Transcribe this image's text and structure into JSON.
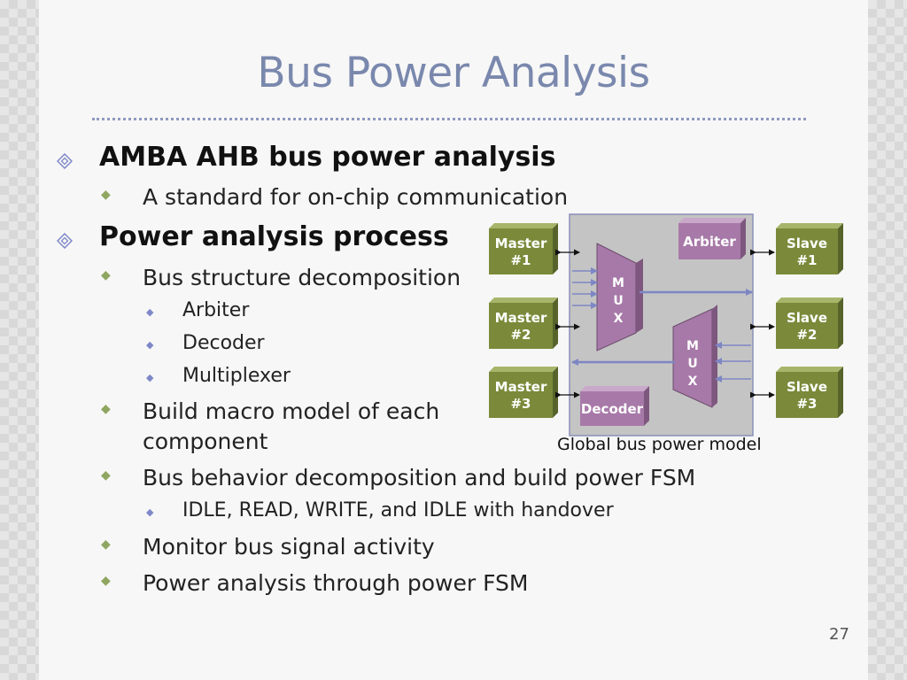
{
  "slide": {
    "title": "Bus Power Analysis",
    "page_number": "27",
    "bullets": [
      {
        "level": 1,
        "text": "AMBA AHB bus power analysis"
      },
      {
        "level": 2,
        "text": "A standard for on-chip communication"
      },
      {
        "level": 1,
        "text": "Power analysis process"
      },
      {
        "level": 2,
        "text": "Bus structure decomposition"
      },
      {
        "level": 3,
        "text": "Arbiter"
      },
      {
        "level": 3,
        "text": "Decoder"
      },
      {
        "level": 3,
        "text": "Multiplexer"
      },
      {
        "level": 2,
        "text_line1": "Build macro model of each",
        "text_line2": "component"
      },
      {
        "level": 2,
        "text": "Bus behavior decomposition and build power FSM"
      },
      {
        "level": 3,
        "text": "IDLE, READ, WRITE, and IDLE with handover"
      },
      {
        "level": 2,
        "text": "Monitor bus signal activity"
      },
      {
        "level": 2,
        "text": "Power analysis through power FSM"
      }
    ]
  },
  "diagram": {
    "caption": "Global bus power model",
    "masters": [
      {
        "line1": "Master",
        "line2": "#1"
      },
      {
        "line1": "Master",
        "line2": "#2"
      },
      {
        "line1": "Master",
        "line2": "#3"
      }
    ],
    "slaves": [
      {
        "line1": "Slave",
        "line2": "#1"
      },
      {
        "line1": "Slave",
        "line2": "#2"
      },
      {
        "line1": "Slave",
        "line2": "#3"
      }
    ],
    "arbiter": "Arbiter",
    "decoder": "Decoder",
    "mux_letters": [
      "M",
      "U",
      "X"
    ],
    "colors": {
      "title": "#7a88ad",
      "block_green": "#7a8a3a",
      "block_purple": "#a779a8",
      "bus_panel": "#c4c4c4",
      "arrow": "#7e86c4",
      "bullet_green": "#8fa660",
      "bullet_blue": "#7e87c8"
    }
  }
}
